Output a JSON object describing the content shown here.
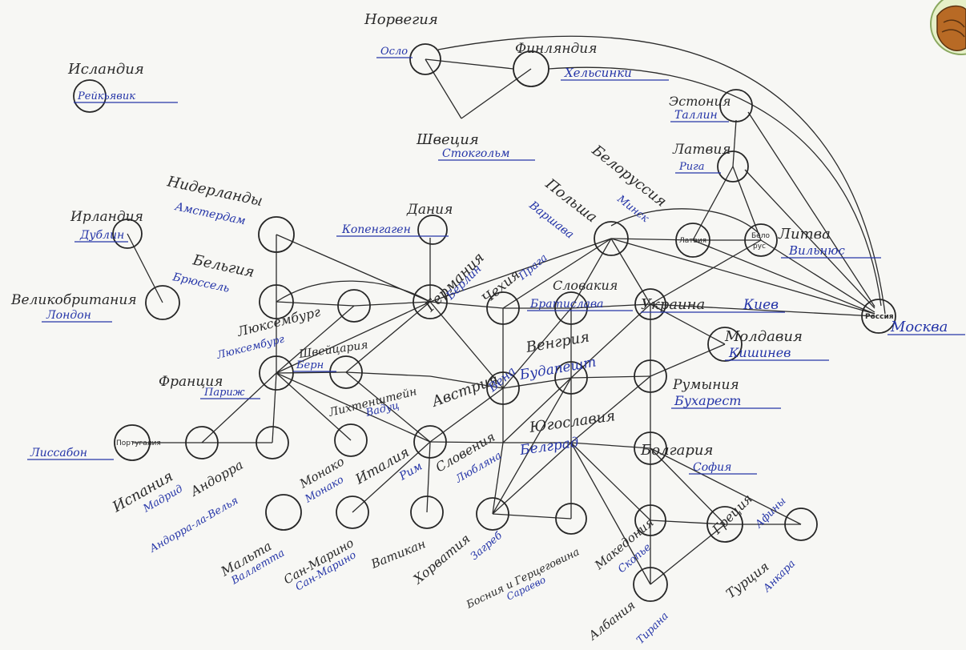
{
  "countries": {
    "norway": {
      "name": "Норвегия",
      "capital": "Осло"
    },
    "finland": {
      "name": "Финляндия",
      "capital": "Хельсинки"
    },
    "iceland": {
      "name": "Исландия",
      "capital": "Рейкьявик"
    },
    "sweden": {
      "name": "Швеция",
      "capital": "Стокгольм"
    },
    "estonia": {
      "name": "Эстония",
      "capital": "Таллин"
    },
    "latvia": {
      "name": "Латвия",
      "capital": "Рига"
    },
    "belarus": {
      "name": "Белоруссия",
      "capital": "Минск"
    },
    "lithuania": {
      "name": "Литва",
      "capital": "Вильнюс"
    },
    "netherlands": {
      "name": "Нидерланды",
      "capital": "Амстердам"
    },
    "denmark": {
      "name": "Дания",
      "capital": "Копенгаген"
    },
    "poland": {
      "name": "Польша",
      "capital": "Варшава"
    },
    "ireland": {
      "name": "Ирландия",
      "capital": "Дублин"
    },
    "germany": {
      "name": "Германия",
      "capital": "Берлин"
    },
    "czech": {
      "name": "Чехия",
      "capital": "Прага"
    },
    "belgium": {
      "name": "Бельгия",
      "capital": "Брюссель"
    },
    "slovakia": {
      "name": "Словакия",
      "capital": "Братислава"
    },
    "uk": {
      "name": "Великобритания",
      "capital": "Лондон"
    },
    "ukraine": {
      "name": "Украина",
      "capital": "Киев"
    },
    "russia": {
      "name": "Россия",
      "capital": "Москва"
    },
    "luxembourg": {
      "name": "Люксембург",
      "capital": "Люксембург"
    },
    "moldova": {
      "name": "Молдавия",
      "capital": "Кишинев"
    },
    "hungary": {
      "name": "Венгрия",
      "capital": "Будапешт"
    },
    "switzerland": {
      "name": "Швейцария",
      "capital": "Берн"
    },
    "france": {
      "name": "Франция",
      "capital": "Париж"
    },
    "liechtenstein": {
      "name": "Лихтенштейн",
      "capital": "Вадуц"
    },
    "austria": {
      "name": "Австрия",
      "capital": "Вена"
    },
    "romania": {
      "name": "Румыния",
      "capital": "Бухарест"
    },
    "yugoslavia": {
      "name": "Югославия",
      "capital": "Белград"
    },
    "portugal": {
      "name": "Португалия",
      "capital": "Лиссабон"
    },
    "bulgaria": {
      "name": "Болгария",
      "capital": "София"
    },
    "spain": {
      "name": "Испания",
      "capital": "Мадрид"
    },
    "andorra": {
      "name": "Андорра",
      "capital": "Андорра-ла-Велья"
    },
    "monaco": {
      "name": "Монако",
      "capital": "Монако"
    },
    "italy": {
      "name": "Италия",
      "capital": "Рим"
    },
    "slovenia": {
      "name": "Словения",
      "capital": "Любляна"
    },
    "malta": {
      "name": "Мальта",
      "capital": "Валлетта"
    },
    "sanmarino": {
      "name": "Сан-Марино",
      "capital": "Сан-Марино"
    },
    "vatican": {
      "name": "Ватикан"
    },
    "croatia": {
      "name": "Хорватия",
      "capital": "Загреб"
    },
    "bosnia": {
      "name": "Босния и Герцеговина",
      "capital": "Сараево"
    },
    "macedonia": {
      "name": "Македония",
      "capital": "Скопье"
    },
    "greece": {
      "name": "Греция",
      "capital": "Афины"
    },
    "turkey": {
      "name": "Турция",
      "capital": "Анкара"
    },
    "albania": {
      "name": "Албания",
      "capital": "Тирана"
    }
  },
  "node_labels": {
    "portugal": "Португалия",
    "belarus_a": "Латвия",
    "belarus_b1": "Бело",
    "belarus_b2": "рус",
    "russia": "Россия"
  },
  "colors": {
    "ink": "#262626",
    "pen": "#2535a8",
    "paper": "#f7f7f4"
  }
}
